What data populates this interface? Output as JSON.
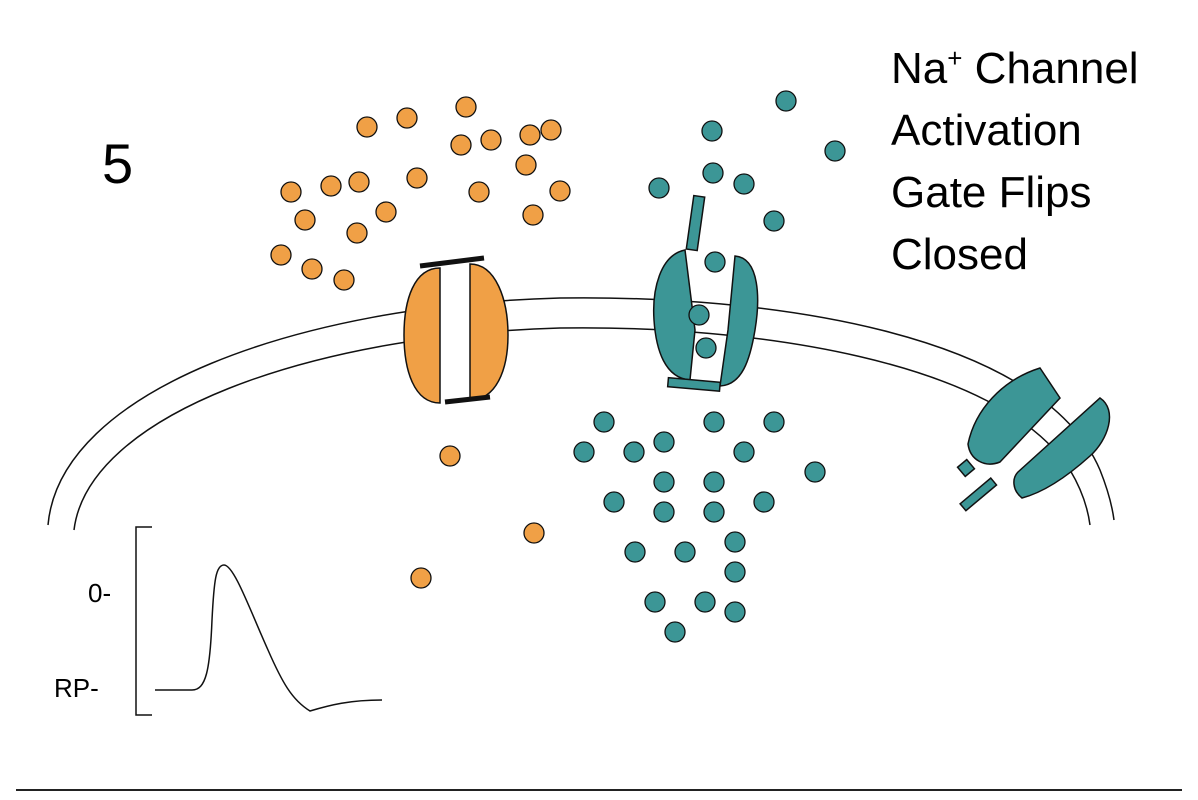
{
  "slide": {
    "step_number": "5",
    "title_lines": [
      {
        "main": "Na",
        "sup": "+",
        "rest": " Channel"
      },
      {
        "main": "Activation"
      },
      {
        "main": "Gate Flips"
      },
      {
        "main": "Closed"
      }
    ]
  },
  "graph": {
    "zero_label": "0-",
    "rp_label": "RP-"
  },
  "colors": {
    "potassium_ion": "#f0a046",
    "sodium_ion": "#3c9696",
    "k_channel": "#f0a046",
    "na_channel": "#3c9696",
    "membrane_line": "#111111"
  },
  "icons": {
    "k_channel": "potassium-channel-icon",
    "na_channel_active": "sodium-channel-inactivated-icon",
    "na_channel_resting": "sodium-channel-resting-icon"
  }
}
